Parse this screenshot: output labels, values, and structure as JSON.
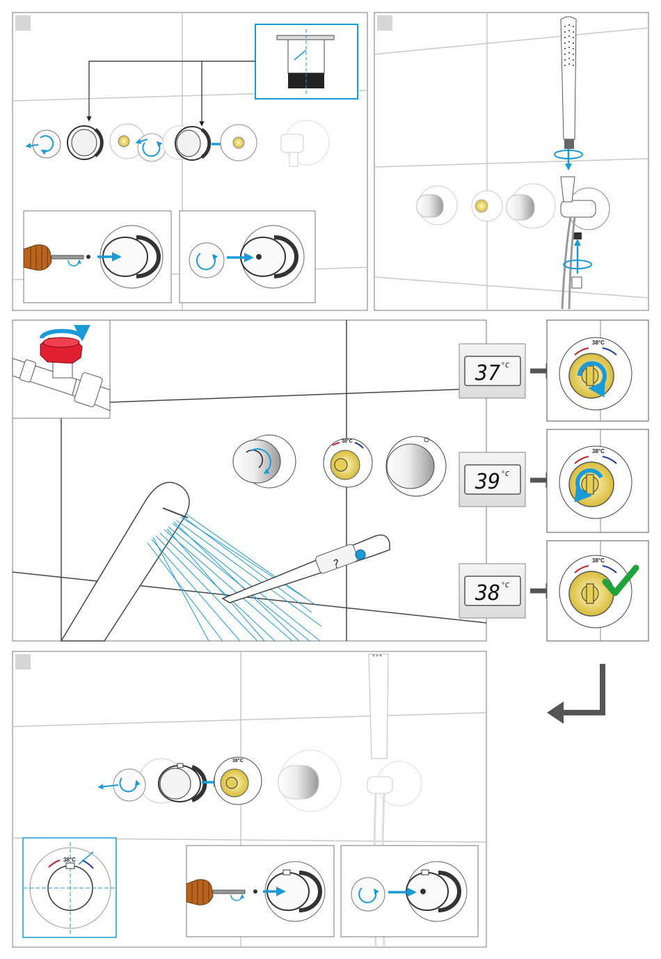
{
  "colors": {
    "arrow_blue": "#1a9ad6",
    "frame_blue": "#1a9ad6",
    "check_green": "#1fa33a",
    "valve_red": "#e02030",
    "hot_red": "#c0202a",
    "cold_blue": "#1a3a9a",
    "gold": "#e6cf55",
    "handle_brown": "#b8641e",
    "step_box": "#d6d6d6",
    "tile_line": "#c8c8c8",
    "arrow_grey": "#555555"
  },
  "thermometer": {
    "display": "?"
  },
  "readings": [
    {
      "value": "37",
      "unit": "°C"
    },
    {
      "value": "39",
      "unit": "°C"
    },
    {
      "value": "38",
      "unit": "°C"
    }
  ],
  "dial_label": "38°C",
  "icons": [
    "screwdriver-icon",
    "rotate-icon",
    "check-icon",
    "return-arrow-icon",
    "shower-head-icon",
    "valve-icon",
    "thermometer-icon"
  ]
}
